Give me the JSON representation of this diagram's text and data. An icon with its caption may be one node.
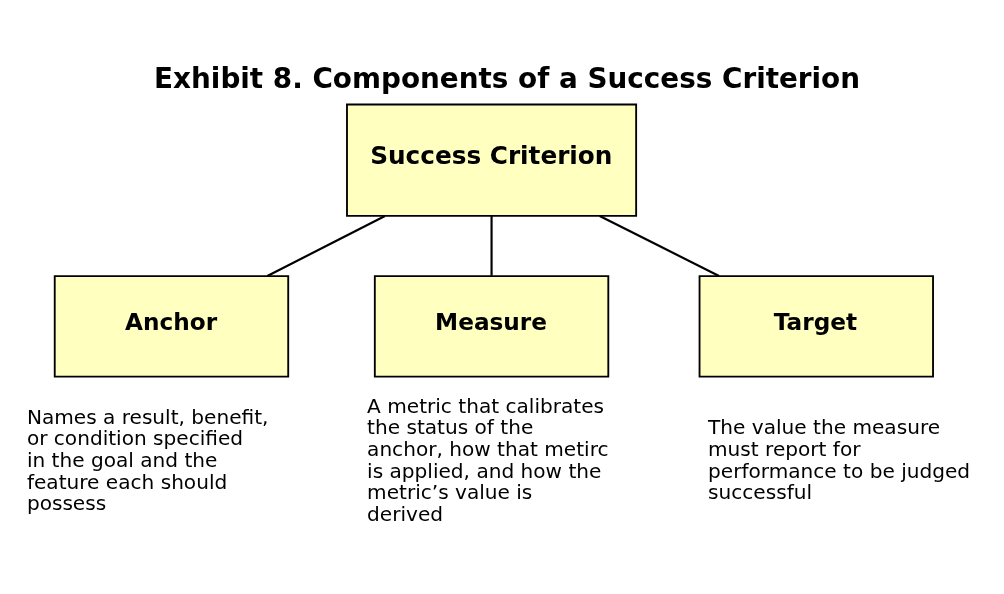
{
  "diagram": {
    "title": "Exhibit 8. Components of a Success Criterion",
    "nodes": [
      {
        "text": [
          "Success Criterion"
        ]
      },
      {
        "text": [
          "Anchor"
        ],
        "beside": [
          "Names a result, benefit, or condition specified in the goal and the feature each should possess"
        ]
      },
      {
        "text": [
          "Measure"
        ],
        "beside": [
          "A metric that calibrates the status of the anchor, how that metirc is applied, and how the metric’s value is derived"
        ]
      },
      {
        "text": [
          "Target"
        ],
        "beside": [
          "The value the measure must report for performance to be judged successful"
        ]
      }
    ],
    "edges": [
      {
        "from": 0,
        "to": 1,
        "arrow": "none"
      },
      {
        "from": 0,
        "to": 2,
        "arrow": "none"
      },
      {
        "from": 0,
        "to": 3,
        "arrow": "none"
      }
    ]
  }
}
